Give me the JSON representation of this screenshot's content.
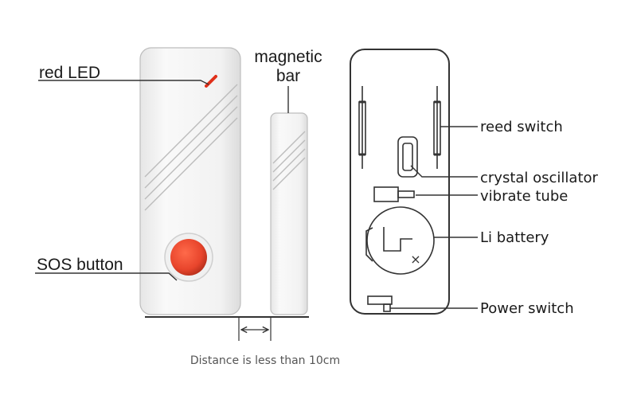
{
  "labels": {
    "red_led": "red LED",
    "magnetic_line1": "magnetic",
    "magnetic_line2": "bar",
    "sos_button": "SOS button",
    "reed_switch": "reed switch",
    "crystal_oscillator": "crystal oscillator",
    "vibrate_tube": "vibrate tube",
    "li_battery": "Li battery",
    "power_switch": "Power switch",
    "battery_mark": "×"
  },
  "caption": "Distance is less than 10cm",
  "colors": {
    "led": "#e0301a",
    "sos_button": "#e8452c",
    "outline": "#333333",
    "body_fill": "#f4f4f4",
    "caption": "#555555"
  }
}
